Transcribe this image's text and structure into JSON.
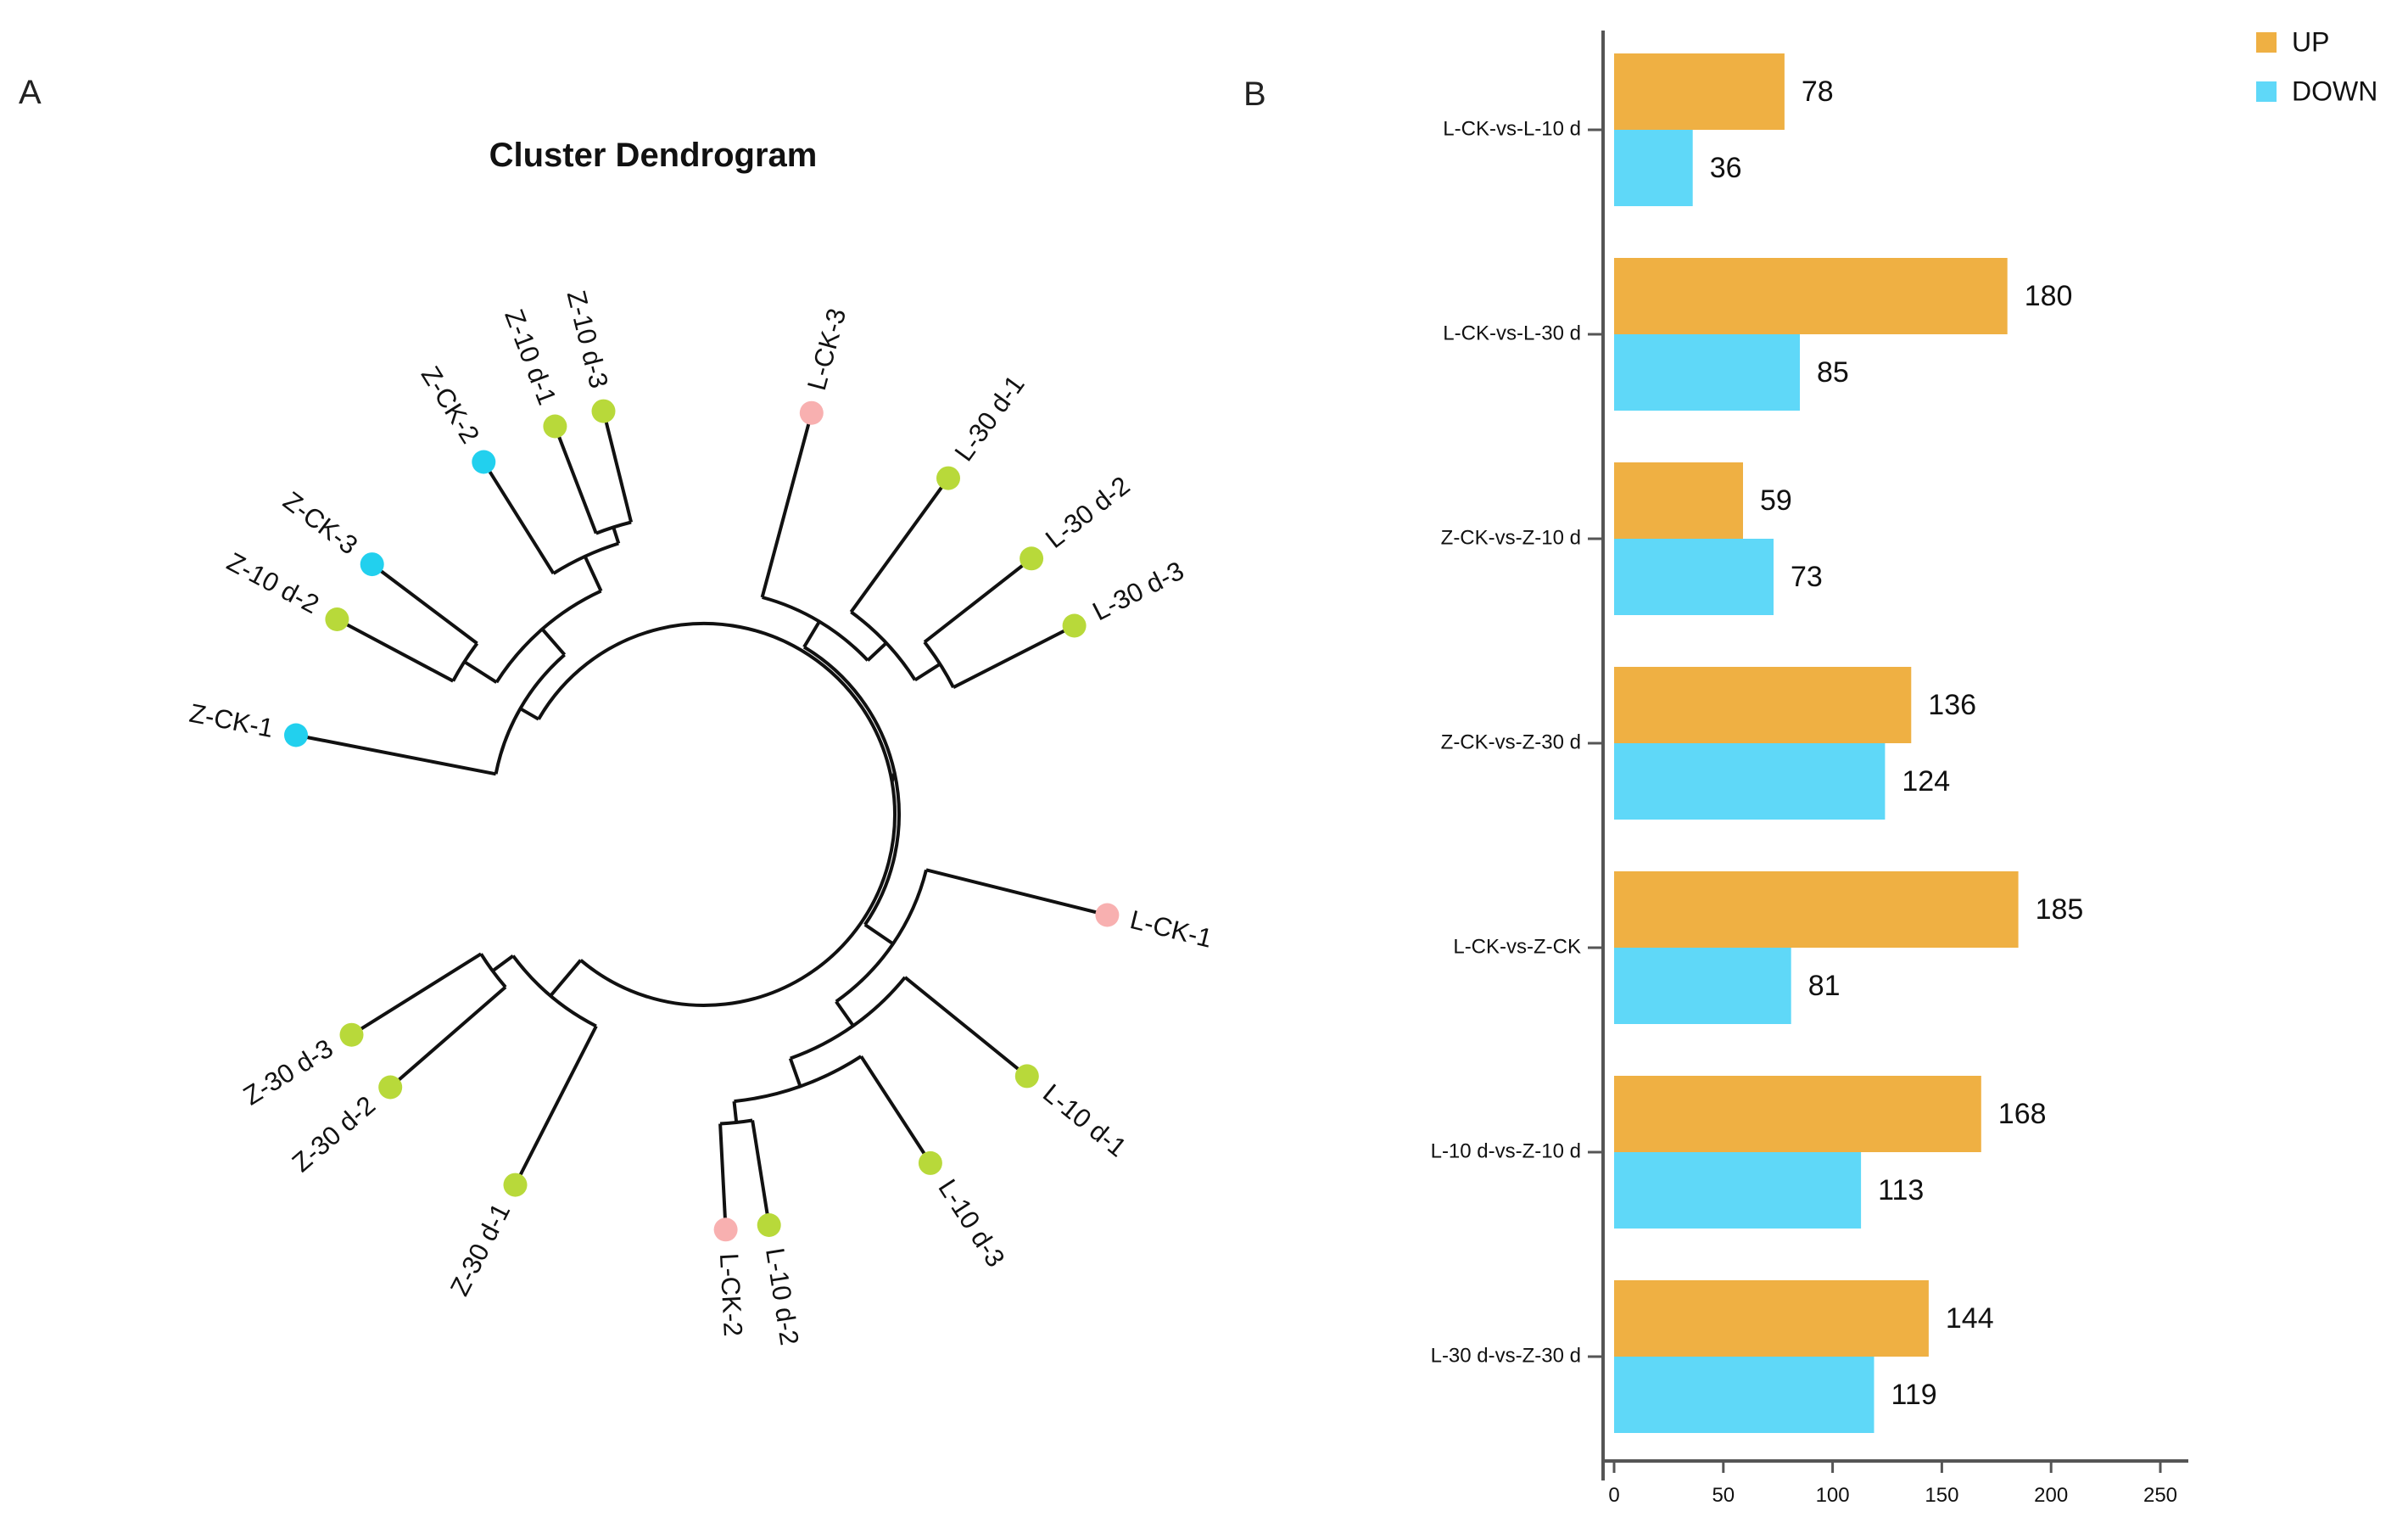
{
  "panel_a": {
    "label": "A",
    "title": "Cluster Dendrogram",
    "colors": {
      "Z-CK": "#22d0ee",
      "Z-10 d": "#b8d93a",
      "Z-30 d": "#b8d93a",
      "L-CK": "#f8b0b0",
      "L-10 d": "#b8d93a",
      "L-30 d": "#b8d93a"
    },
    "leaves": [
      {
        "id": "zck1",
        "label": "Z-CK-1",
        "group": "Z-CK"
      },
      {
        "id": "z10d2",
        "label": "Z-10 d-2",
        "group": "Z-10 d"
      },
      {
        "id": "zck3",
        "label": "Z-CK-3",
        "group": "Z-CK"
      },
      {
        "id": "zck2",
        "label": "Z-CK-2",
        "group": "Z-CK"
      },
      {
        "id": "z10d1",
        "label": "Z-10 d-1",
        "group": "Z-10 d"
      },
      {
        "id": "z10d3",
        "label": "Z-10 d-3",
        "group": "Z-10 d"
      },
      {
        "id": "lck3",
        "label": "L-CK-3",
        "group": "L-CK"
      },
      {
        "id": "l30d1",
        "label": "L-30 d-1",
        "group": "L-30 d"
      },
      {
        "id": "l30d2",
        "label": "L-30 d-2",
        "group": "L-30 d"
      },
      {
        "id": "l30d3",
        "label": "L-30 d-3",
        "group": "L-30 d"
      },
      {
        "id": "lck1",
        "label": "L-CK-1",
        "group": "L-CK"
      },
      {
        "id": "l10d1",
        "label": "L-10 d-1",
        "group": "L-10 d"
      },
      {
        "id": "l10d3",
        "label": "L-10 d-3",
        "group": "L-10 d"
      },
      {
        "id": "l10d2",
        "label": "L-10 d-2",
        "group": "L-10 d"
      },
      {
        "id": "lck2",
        "label": "L-CK-2",
        "group": "L-CK"
      },
      {
        "id": "z30d1",
        "label": "Z-30 d-1",
        "group": "Z-30 d"
      },
      {
        "id": "z30d2",
        "label": "Z-30 d-2",
        "group": "Z-30 d"
      },
      {
        "id": "z30d3",
        "label": "Z-30 d-3",
        "group": "Z-30 d"
      }
    ]
  },
  "panel_b": {
    "label": "B"
  },
  "chart_data": {
    "type": "bar",
    "orientation": "horizontal",
    "categories": [
      "L-CK-vs-L-10 d",
      "L-CK-vs-L-30 d",
      "Z-CK-vs-Z-10 d",
      "Z-CK-vs-Z-30 d",
      "L-CK-vs-Z-CK",
      "L-10 d-vs-Z-10 d",
      "L-30 d-vs-Z-30 d"
    ],
    "series": [
      {
        "name": "UP",
        "color": "#efb043",
        "values": [
          78,
          180,
          59,
          136,
          185,
          168,
          144
        ]
      },
      {
        "name": "DOWN",
        "color": "#5fd8f8",
        "values": [
          36,
          85,
          73,
          124,
          81,
          113,
          119
        ]
      }
    ],
    "xlim": [
      0,
      250
    ],
    "xticks": [
      0,
      50,
      100,
      150,
      200,
      250
    ],
    "legend_position": "top-right",
    "grid": false
  }
}
